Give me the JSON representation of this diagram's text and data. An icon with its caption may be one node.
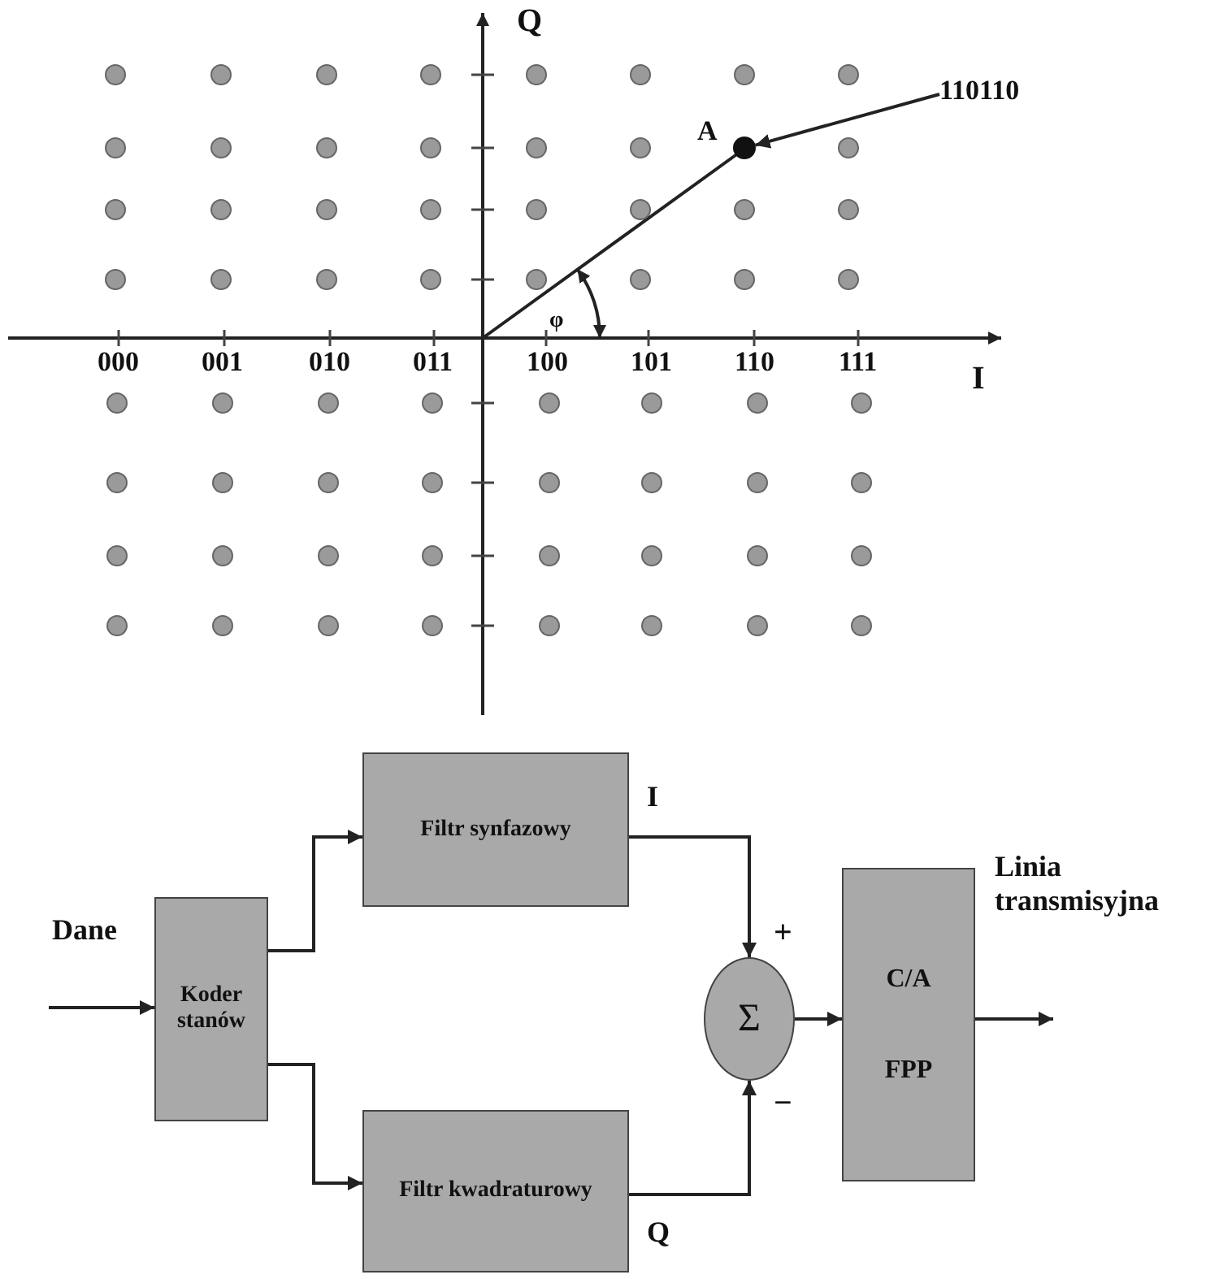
{
  "diagram": {
    "nodes": [
      {
        "text": [
          "110110"
        ]
      },
      {
        "text": [],
        "shape": "circle",
        "beside": [
          "A"
        ]
      },
      {
        "text": [
          "Koder stanów"
        ]
      },
      {
        "text": [
          "Filtr synfazowy"
        ]
      },
      {
        "text": [
          "Filtr kwadraturowy"
        ]
      },
      {
        "text": [
          "Σ"
        ]
      },
      {
        "text": [
          "C/A",
          "FPP"
        ]
      }
    ],
    "edges": [
      {
        "from": 0,
        "to": 1,
        "arrow": "to"
      },
      {
        "from": null,
        "to": 2,
        "arrow": "to",
        "label": "Dane"
      },
      {
        "from": 2,
        "to": 3,
        "arrow": "to"
      },
      {
        "from": 2,
        "to": 4,
        "arrow": "to"
      },
      {
        "from": 3,
        "to": 5,
        "arrow": "to",
        "label": "I"
      },
      {
        "from": 4,
        "to": 5,
        "arrow": "to",
        "label": "Q"
      },
      {
        "from": 5,
        "to": 6,
        "arrow": "to"
      },
      {
        "from": 6,
        "to": null,
        "arrow": "to",
        "label": "Linia transmisyjna"
      }
    ],
    "labels": [
      "Q",
      "I",
      "000",
      "001",
      "010",
      "011",
      "100",
      "101",
      "110",
      "111",
      "φ",
      "+",
      "−"
    ]
  }
}
